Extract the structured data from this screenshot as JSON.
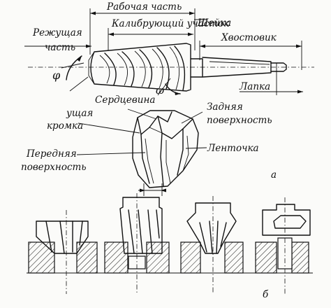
{
  "figure": {
    "labels": {
      "working_part": "Рабочая часть",
      "calibrating_section": "Калибрующий участок",
      "neck": "Шейка",
      "cutting_part_l1": "Режущая",
      "cutting_part_l2": "часть",
      "shank": "Хвостовик",
      "phi": "φ",
      "omega": "ω",
      "tang": "Лапка",
      "core": "Сердцевина",
      "cutting_edge_l1": "ущая",
      "cutting_edge_l2": "кромка",
      "flank_l1": "Задняя",
      "flank_l2": "поверхность",
      "land": "Ленточка",
      "rake_l1": "Передняя",
      "rake_l2": "поверхность",
      "panel_a": "а",
      "panel_b": "б"
    }
  }
}
